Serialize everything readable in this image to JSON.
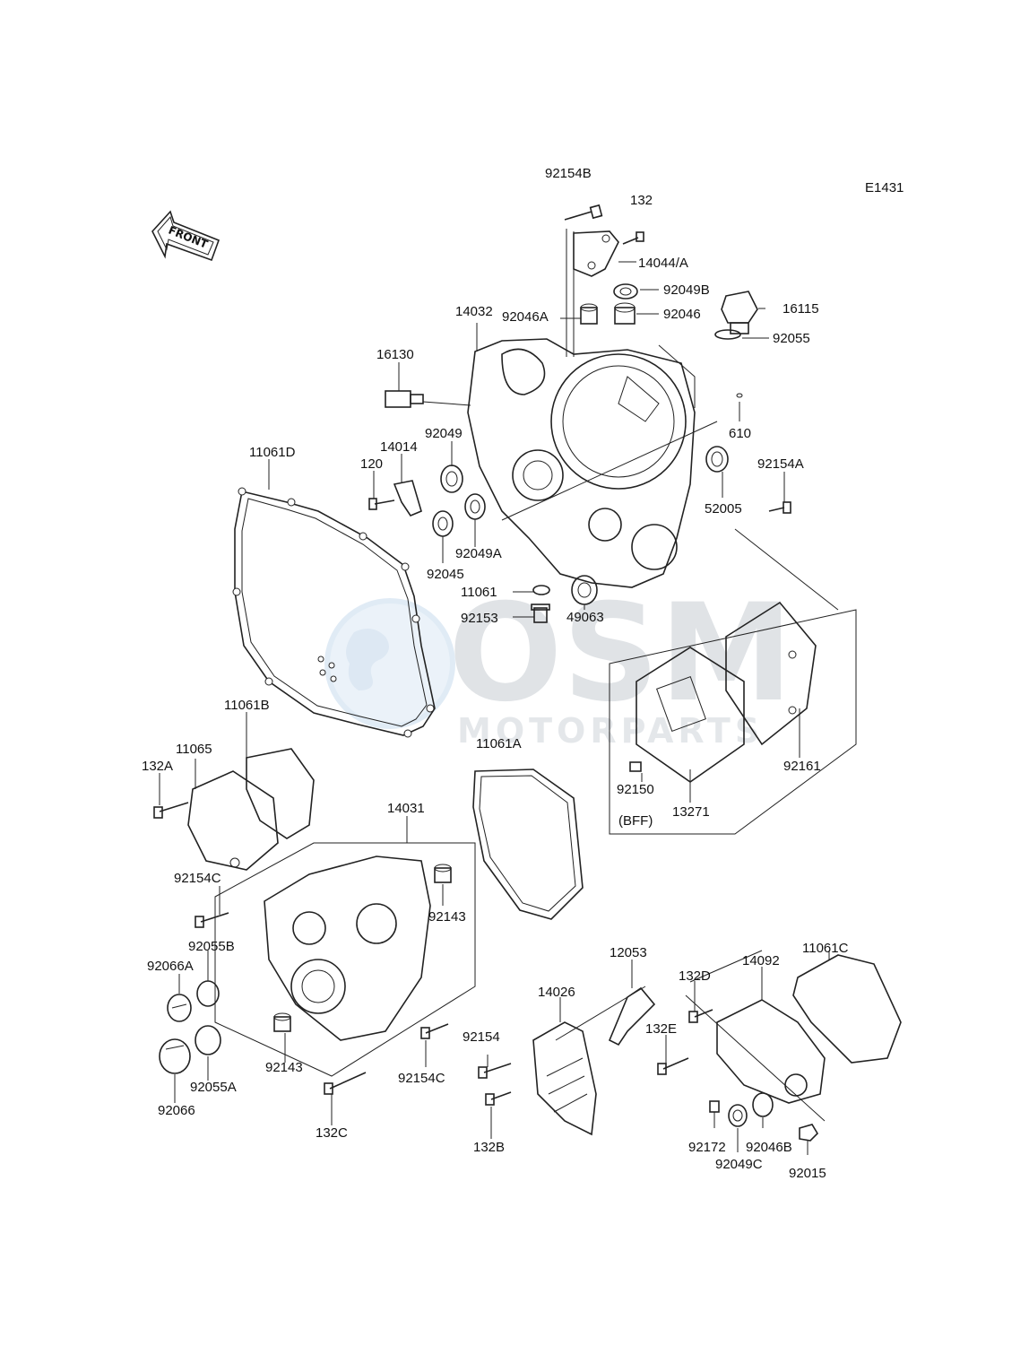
{
  "diagram_code": "E1431",
  "front_arrow_label": "FRONT",
  "watermark": {
    "brand": "OSM",
    "sub": "MOTORPARTS"
  },
  "bff_note": "(BFF)",
  "labels": [
    "92154B",
    "132",
    "14044/A",
    "92049B",
    "92046",
    "92046A",
    "14032",
    "16115",
    "92055",
    "16130",
    "610",
    "92049",
    "14014",
    "120",
    "11061D",
    "92154A",
    "52005",
    "92045",
    "92049A",
    "11061",
    "92153",
    "49063",
    "11061B",
    "11065",
    "132A",
    "11061A",
    "92150",
    "13271",
    "92161",
    "14031",
    "92154C",
    "92143",
    "92055B",
    "92066A",
    "92143",
    "92055A",
    "92066",
    "132C",
    "92154C",
    "12053",
    "14026",
    "92154",
    "132B",
    "132D",
    "14092",
    "11061C",
    "132E",
    "92172",
    "92049C",
    "92046B",
    "92015"
  ]
}
